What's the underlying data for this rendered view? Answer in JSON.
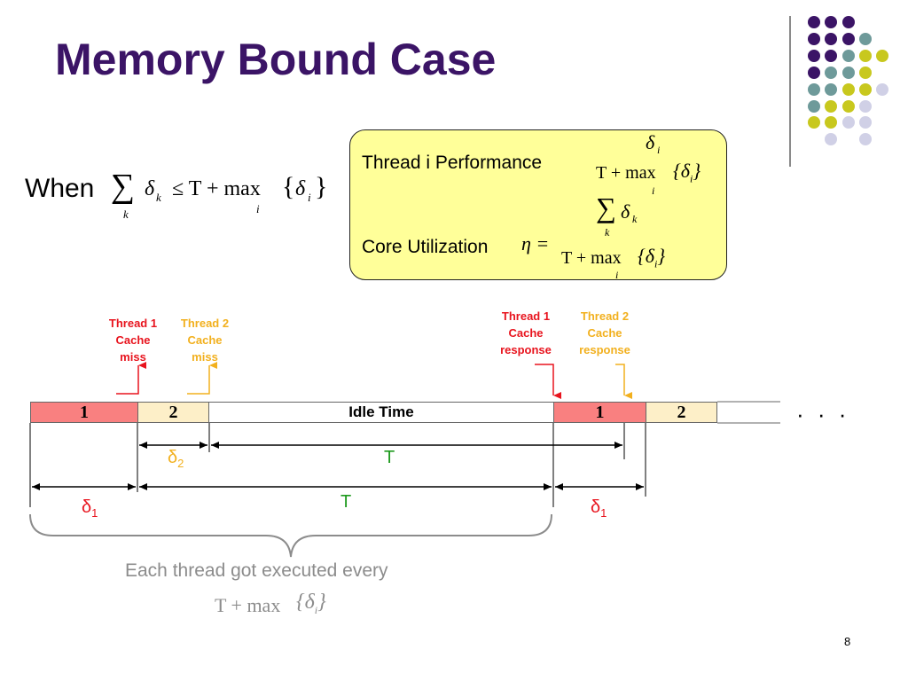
{
  "title": "Memory Bound Case",
  "condition": {
    "when_label": "When",
    "sum_symbol": "∑",
    "sum_index": "k",
    "delta_k": "δ",
    "k_sub": "k",
    "rhs": "≤ T + max",
    "max_index": "i",
    "delta_i": "δ",
    "i_sub": "i"
  },
  "formula_box": {
    "thread_perf_label": "Thread i Performance",
    "thread_perf_numerator": "δ",
    "thread_perf_numerator_sub": "i",
    "denominator": "T + max",
    "denominator_index": "i",
    "core_util_label": "Core Utilization",
    "eta": "η =",
    "core_util_numerator_delta": "δ",
    "core_util_numerator_sub": "k",
    "core_util_sum_index": "k"
  },
  "annotations": {
    "t1_miss": [
      "Thread 1",
      "Cache",
      "miss"
    ],
    "t2_miss": [
      "Thread 2",
      "Cache",
      "miss"
    ],
    "t1_response": [
      "Thread 1",
      "Cache",
      "response"
    ],
    "t2_response": [
      "Thread 2",
      "Cache",
      "response"
    ]
  },
  "timeline": {
    "seg1": "1",
    "seg2": "2",
    "idle": "Idle Time",
    "seg1b": "1",
    "seg2b": "2",
    "ellipsis": "· · ·"
  },
  "measures": {
    "delta2": "δ",
    "delta2_sub": "2",
    "T_upper": "T",
    "delta1_left": "δ",
    "delta1_left_sub": "1",
    "T_lower": "T",
    "delta1_right": "δ",
    "delta1_right_sub": "1"
  },
  "footer": {
    "caption": "Each thread got executed every",
    "formula": "T + max"
  },
  "page_number": "8",
  "colors": {
    "title": "#3b1466",
    "box_fill": "#ffff99",
    "thread1_seg": "#f98080",
    "thread2_seg": "#fdefc8",
    "thread1_text": "#e8141e",
    "thread2_text": "#f2b01e",
    "measure_green": "#1e9a1e",
    "measure_red": "#e8141e",
    "dot_purple": "#3b1466",
    "dot_teal": "#6e9a9a",
    "dot_yellow": "#c8c81e",
    "dot_lavender": "#d0d0e6"
  }
}
